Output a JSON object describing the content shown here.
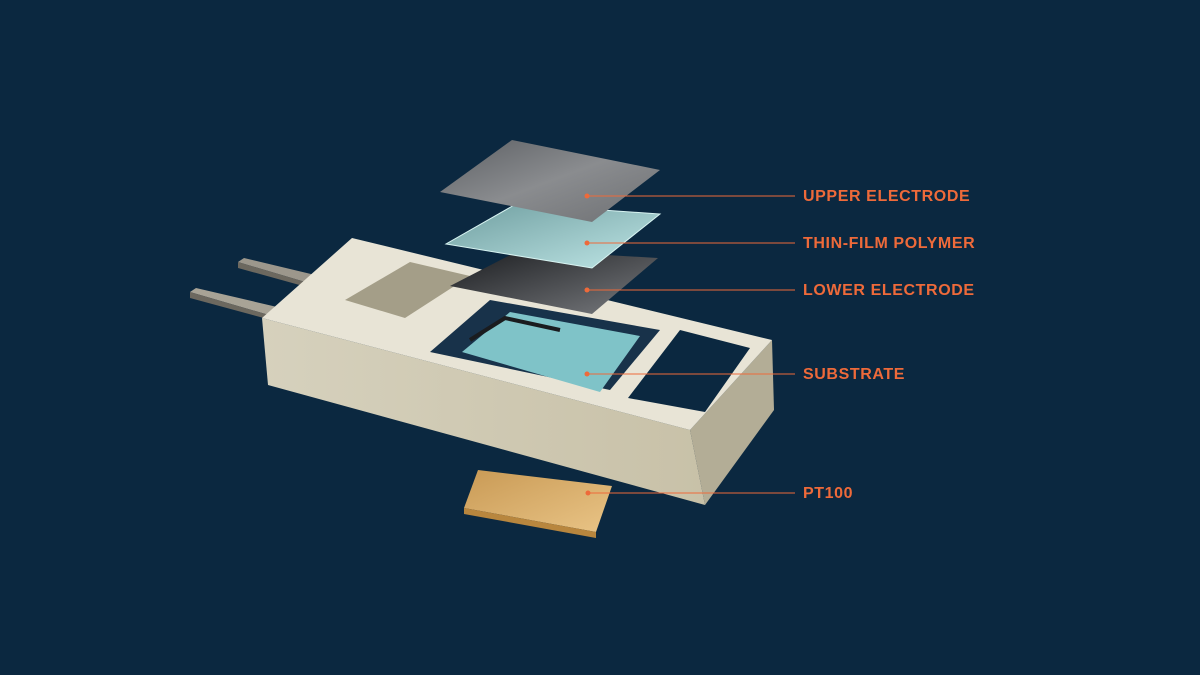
{
  "colors": {
    "background": "#0b2840",
    "accent": "#ee6a3a"
  },
  "labels": [
    {
      "id": "upper-electrode",
      "text": "UPPER ELECTRODE"
    },
    {
      "id": "thin-film-polymer",
      "text": "THIN-FILM POLYMER"
    },
    {
      "id": "lower-electrode",
      "text": "LOWER ELECTRODE"
    },
    {
      "id": "substrate",
      "text": "SUBSTRATE"
    },
    {
      "id": "pt100",
      "text": "PT100"
    }
  ]
}
